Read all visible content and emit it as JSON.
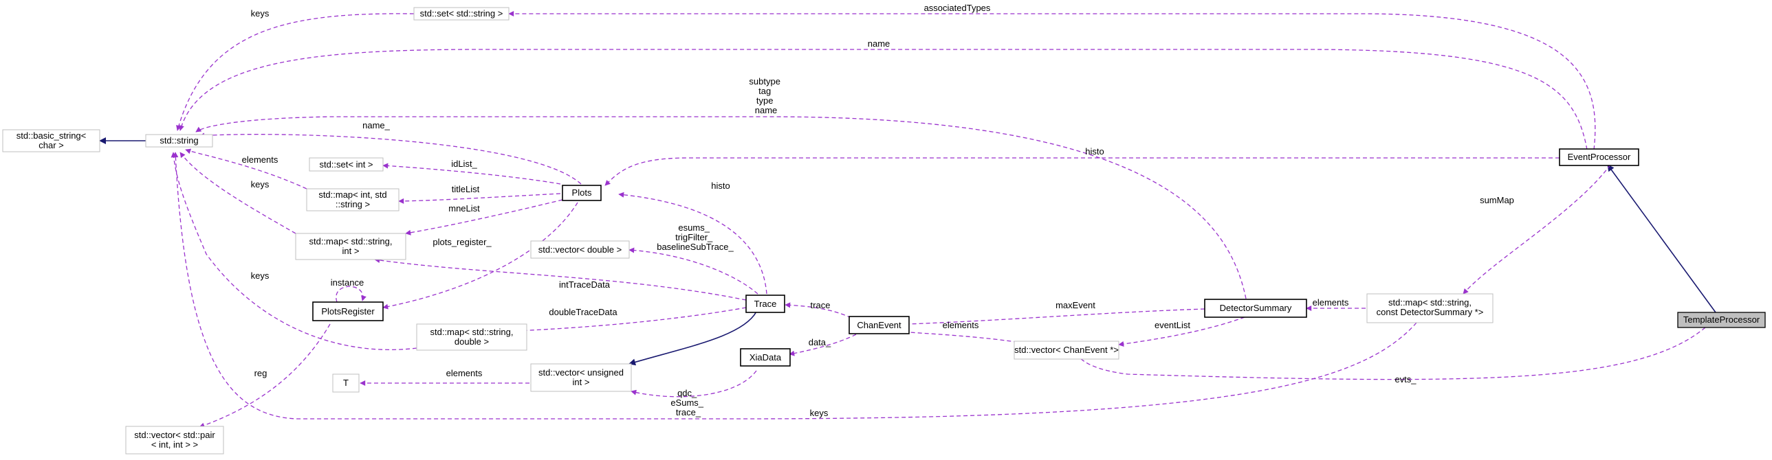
{
  "diagram": {
    "colors": {
      "usage_edge": "#9a32cd",
      "inheritance_edge": "#191970",
      "focus_node_fill": "#bfbfbf",
      "plain_node_border": "#bfbfbf",
      "documented_node_border": "#000000"
    },
    "nodes": {
      "basic_string": [
        "std::basic_string<",
        "char >"
      ],
      "string": [
        "std::string"
      ],
      "set_string": [
        "std::set< std::string >"
      ],
      "set_int": [
        "std::set< int >"
      ],
      "map_int_string": [
        "std::map< int, std",
        "::string >"
      ],
      "map_string_int": [
        "std::map< std::string,",
        "int >"
      ],
      "plots": [
        "Plots"
      ],
      "plots_register": [
        "PlotsRegister"
      ],
      "map_string_double": [
        "std::map< std::string,",
        "double >"
      ],
      "T": [
        "T"
      ],
      "vector_pair": [
        "std::vector< std::pair",
        "< int, int > >"
      ],
      "vector_double": [
        "std::vector< double >"
      ],
      "vector_unsigned": [
        "std::vector< unsigned",
        "int >"
      ],
      "trace": [
        "Trace"
      ],
      "xiadata": [
        "XiaData"
      ],
      "chanevent": [
        "ChanEvent"
      ],
      "detector_summary": [
        "DetectorSummary"
      ],
      "vector_chanevent": [
        "std::vector< ChanEvent *>"
      ],
      "map_detsum": [
        "std::map< std::string,",
        "const DetectorSummary *>"
      ],
      "event_processor": [
        "EventProcessor"
      ],
      "template_processor": [
        "TemplateProcessor"
      ]
    },
    "edge_labels": {
      "keys_set": [
        "keys"
      ],
      "associated_types": [
        "associatedTypes"
      ],
      "name_ep": [
        "name"
      ],
      "ds_names": [
        "subtype",
        "tag",
        "type",
        "name"
      ],
      "name_plots": [
        "name_"
      ],
      "histo_ep": [
        "histo"
      ],
      "idlist": [
        "idList_"
      ],
      "elements_mis": [
        "elements"
      ],
      "titlelist": [
        "titleList"
      ],
      "keys_msi": [
        "keys"
      ],
      "mnelist": [
        "mneList"
      ],
      "plots_register": [
        "plots_register_"
      ],
      "histo_trace": [
        "histo"
      ],
      "keys_msd": [
        "keys"
      ],
      "instance": [
        "instance"
      ],
      "inttracedata": [
        "intTraceData"
      ],
      "esums": [
        "esums_",
        "trigFilter_",
        "baselineSubTrace_"
      ],
      "doubletracedata": [
        "doubleTraceData"
      ],
      "reg": [
        "reg"
      ],
      "elements_T": [
        "elements"
      ],
      "qdc": [
        "qdc_",
        "eSums_",
        "trace_"
      ],
      "trace_label": [
        "trace"
      ],
      "data_label": [
        "data_"
      ],
      "maxevent": [
        "maxEvent"
      ],
      "elements_vce": [
        "elements"
      ],
      "eventlist": [
        "eventList"
      ],
      "elements_md": [
        "elements"
      ],
      "summap": [
        "sumMap"
      ],
      "evts": [
        "evts_"
      ],
      "keys_md": [
        "keys"
      ]
    }
  }
}
